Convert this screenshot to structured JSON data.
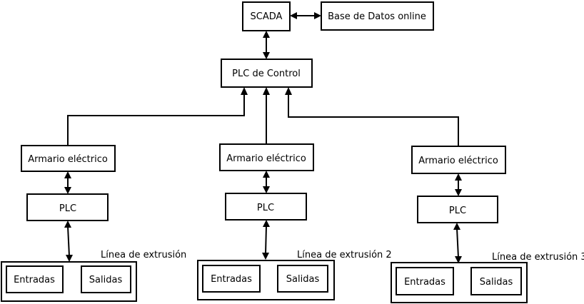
{
  "scada": "SCADA",
  "database": "Base de Datos online",
  "control_plc": "PLC de Control",
  "lines": [
    {
      "cabinet": "Armario eléctrico",
      "plc": "PLC",
      "line_label": "Línea de extrusión",
      "inputs": "Entradas",
      "outputs": "Salidas"
    },
    {
      "cabinet": "Armario eléctrico",
      "plc": "PLC",
      "line_label": "Línea de extrusión 2",
      "inputs": "Entradas",
      "outputs": "Salidas"
    },
    {
      "cabinet": "Armario eléctrico",
      "plc": "PLC",
      "line_label": "Línea de extrusión 3",
      "inputs": "Entradas",
      "outputs": "Salidas"
    }
  ]
}
